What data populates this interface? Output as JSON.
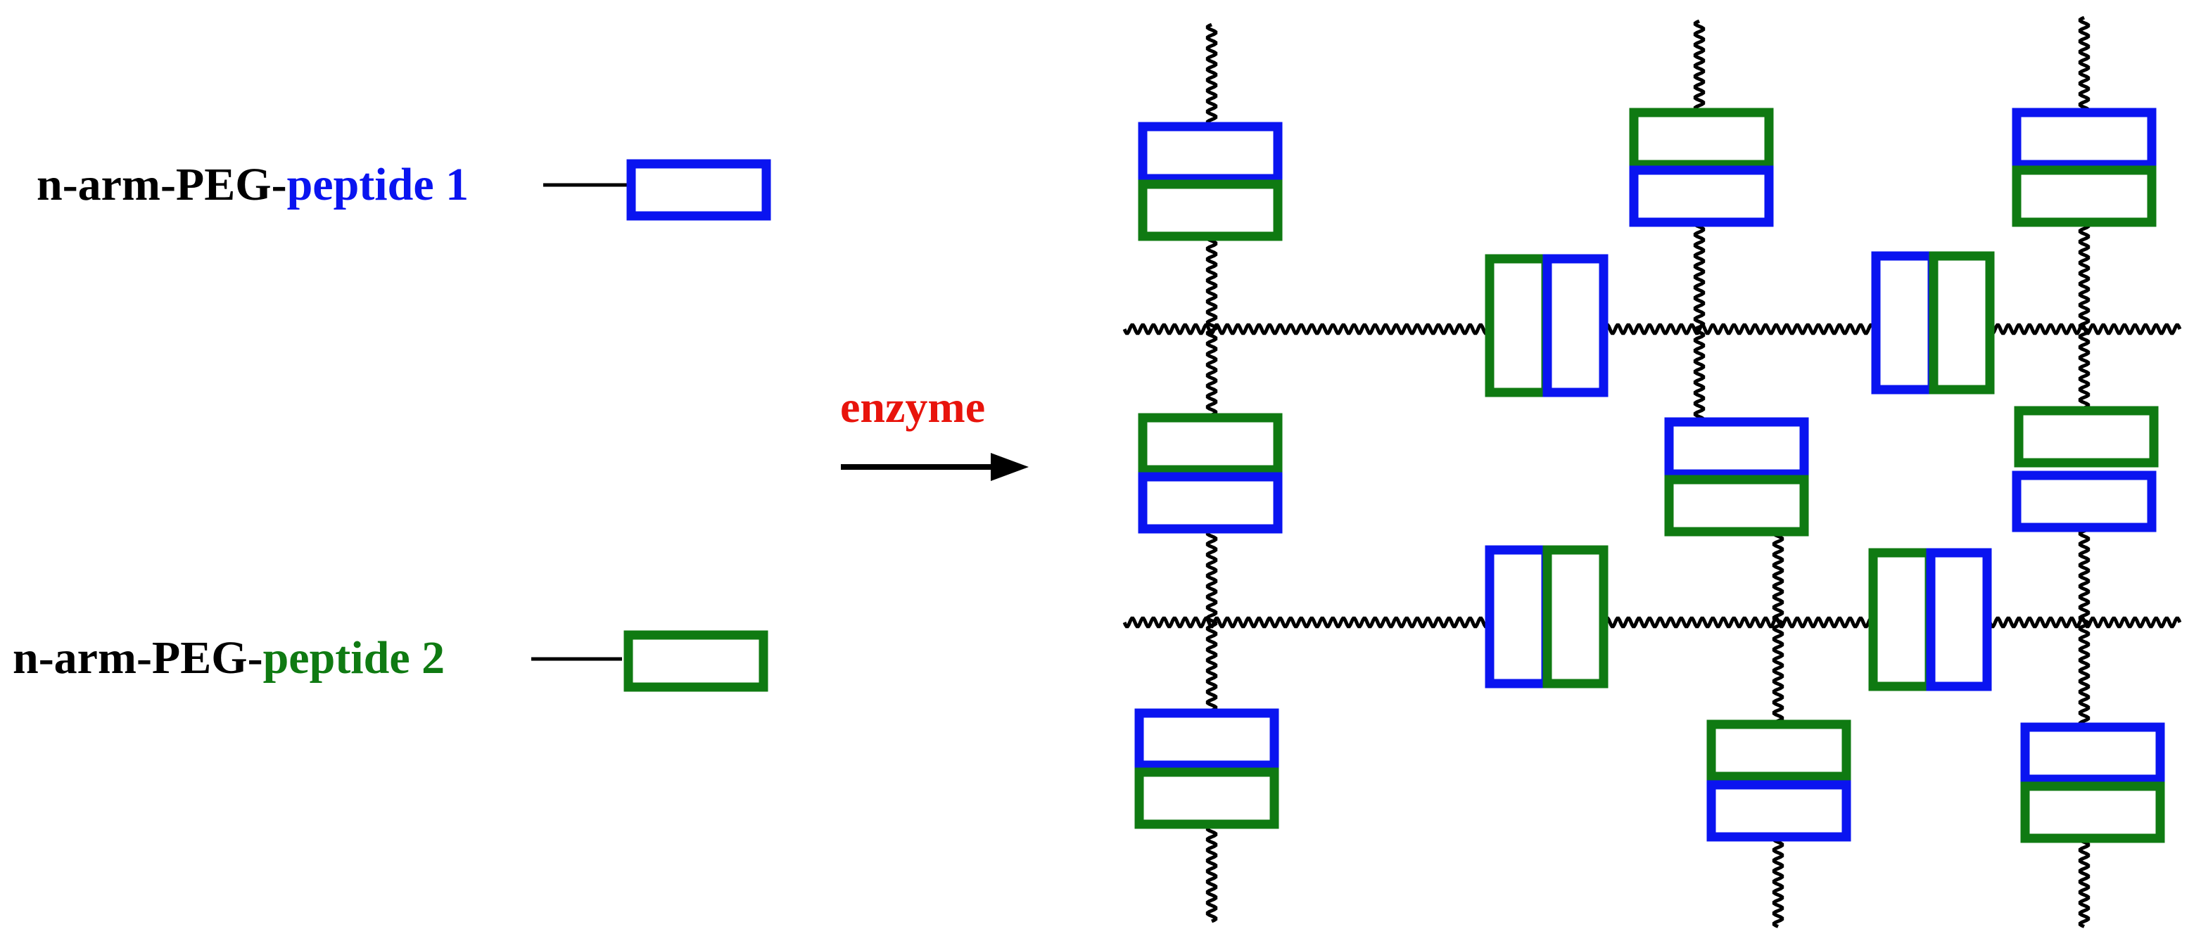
{
  "legend": {
    "item1": {
      "prefix": "n-arm-PEG-",
      "peptide": "peptide 1"
    },
    "item2": {
      "prefix": "n-arm-PEG-",
      "peptide": "peptide 2"
    }
  },
  "reaction": {
    "label": "enzyme"
  },
  "colors": {
    "text": "#000000",
    "peptide_1": "#0a14f0",
    "peptide_2": "#0f7a12",
    "enzyme": "#e8140c",
    "peg_chain": "#000000"
  },
  "network": {
    "description_icons": [
      "wavy-peg-chain",
      "peptide-block"
    ],
    "vertical_pairs": [
      {
        "top": "peptide_1",
        "bottom": "peptide_2"
      },
      {
        "top": "peptide_2",
        "bottom": "peptide_1"
      },
      {
        "top": "peptide_1",
        "bottom": "peptide_2"
      },
      {
        "top": "peptide_2",
        "bottom": "peptide_1"
      },
      {
        "top": "peptide_1",
        "bottom": "peptide_2"
      },
      {
        "top": "peptide_1",
        "bottom": "peptide_2"
      },
      {
        "top": "peptide_2",
        "bottom": "peptide_1"
      },
      {
        "top": "peptide_2",
        "bottom": "peptide_1"
      },
      {
        "top": "peptide_1",
        "bottom": "peptide_2"
      }
    ],
    "horizontal_pairs": [
      {
        "left": "peptide_2",
        "right": "peptide_1"
      },
      {
        "left": "peptide_1",
        "right": "peptide_2"
      },
      {
        "left": "peptide_1",
        "right": "peptide_2"
      },
      {
        "left": "peptide_2",
        "right": "peptide_1"
      }
    ]
  }
}
